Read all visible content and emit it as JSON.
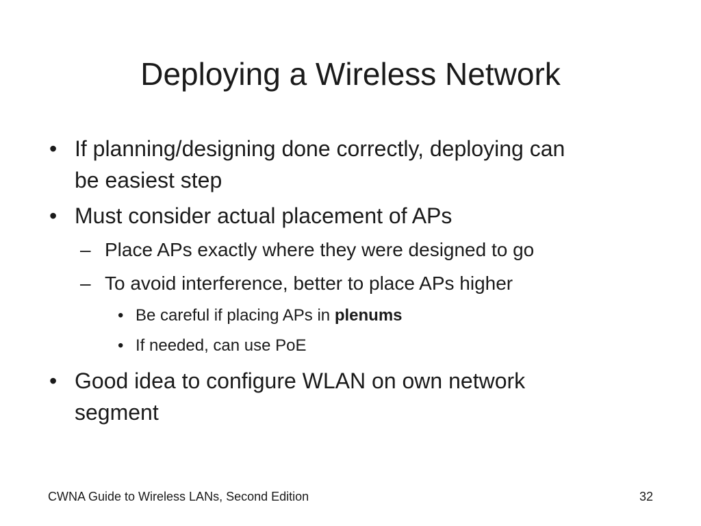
{
  "title": "Deploying a Wireless Network",
  "bullets": {
    "b1a": "If planning/designing done correctly, deploying can",
    "b1b": "be easiest step",
    "b2": "Must consider actual placement of APs",
    "s1": "Place APs exactly where they were designed to go",
    "s2": "To avoid interference, better to place APs higher",
    "t1": "Be careful if placing APs in ",
    "t1bold": "plenums",
    "t2": "If needed, can use PoE",
    "b3a": "Good idea to configure WLAN on own network",
    "b3b": "segment"
  },
  "marks": {
    "bullet": "•",
    "dash": "–"
  },
  "footer": {
    "left": "CWNA Guide to Wireless LANs, Second Edition",
    "page": "32"
  }
}
